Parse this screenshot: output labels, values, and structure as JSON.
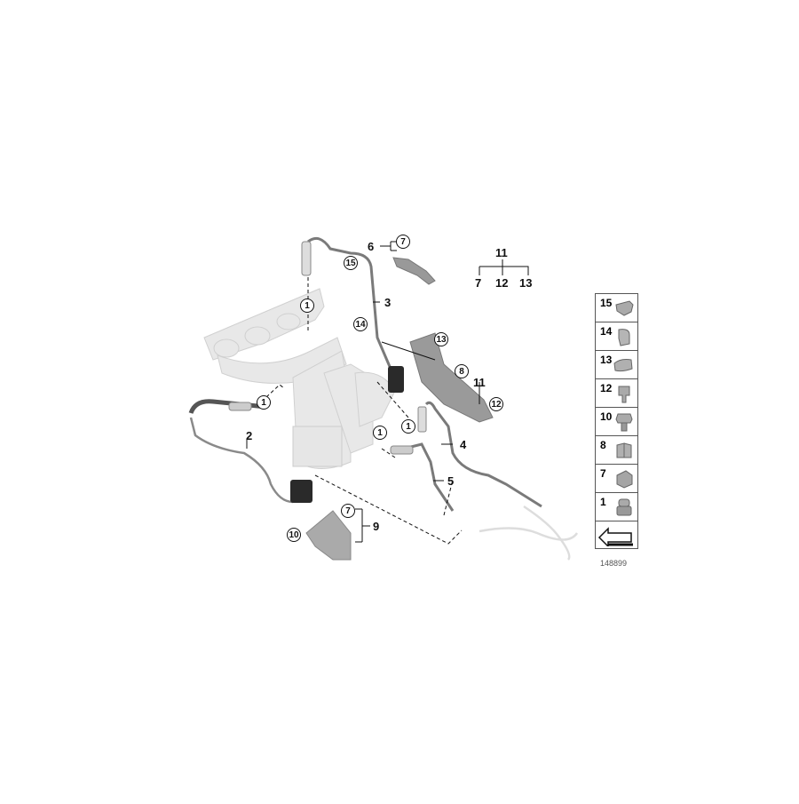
{
  "diagram": {
    "type": "exploded-parts-diagram",
    "subject": "Oxygen (lambda) sensors with mounting brackets and clips",
    "image_number": "148899",
    "part_labels": {
      "p2": "2",
      "p3": "3",
      "p4": "4",
      "p5": "5",
      "p6": "6",
      "p9": "9",
      "p11": "11",
      "p11b": "11"
    },
    "callouts": {
      "c1a": "1",
      "c1b": "1",
      "c1c": "1",
      "c1d": "1",
      "c7a": "7",
      "c7b": "7",
      "c8": "8",
      "c10": "10",
      "c12": "12",
      "c13": "13",
      "c14": "14",
      "c15": "15"
    },
    "kit_tree": {
      "parent": "11",
      "children": [
        "7",
        "12",
        "13"
      ]
    },
    "legend": [
      {
        "num": "15",
        "icon": "clip-15-icon"
      },
      {
        "num": "14",
        "icon": "cable-holder-icon"
      },
      {
        "num": "13",
        "icon": "sleeve-clip-icon"
      },
      {
        "num": "12",
        "icon": "push-clip-icon"
      },
      {
        "num": "10",
        "icon": "hex-bolt-icon"
      },
      {
        "num": "8",
        "icon": "spring-clip-icon"
      },
      {
        "num": "7",
        "icon": "clip-nut-icon"
      },
      {
        "num": "1",
        "icon": "cap-nut-icon"
      },
      {
        "num": "",
        "icon": "arrow-back-icon"
      }
    ]
  }
}
